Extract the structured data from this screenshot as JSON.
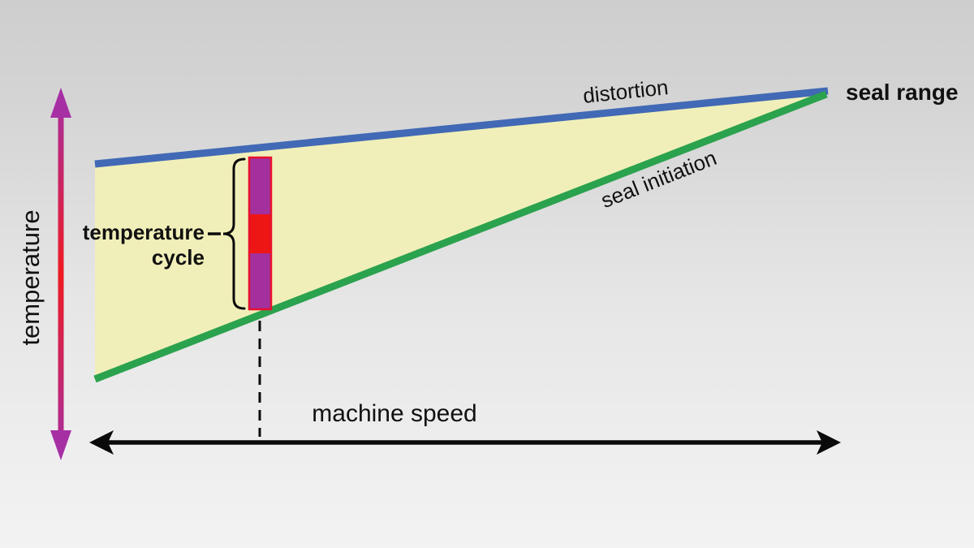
{
  "diagram": {
    "type": "conceptual-sealing-window-chart",
    "y_axis": {
      "label": "temperature"
    },
    "x_axis": {
      "label": "machine speed"
    },
    "wedge": {
      "apex_label": "seal range",
      "upper_line": {
        "label": "distortion"
      },
      "lower_line": {
        "label": "seal initiation"
      }
    },
    "temperature_cycle": {
      "label_line1": "temperature",
      "label_line2": "cycle",
      "segments": [
        "upper-purple",
        "middle-red",
        "lower-purple"
      ]
    }
  },
  "colors": {
    "distortion_line": "#4169b5",
    "seal_initiation_line": "#2ba24e",
    "wedge_fill": "#f1efb9",
    "cycle_purple": "#a3309c",
    "cycle_red": "#ee1515",
    "cycle_border": "#e8112d",
    "temp_axis_end": "#a62fa4",
    "temp_axis_mid": "#ee1b22",
    "axis_black": "#0a0a0a"
  }
}
